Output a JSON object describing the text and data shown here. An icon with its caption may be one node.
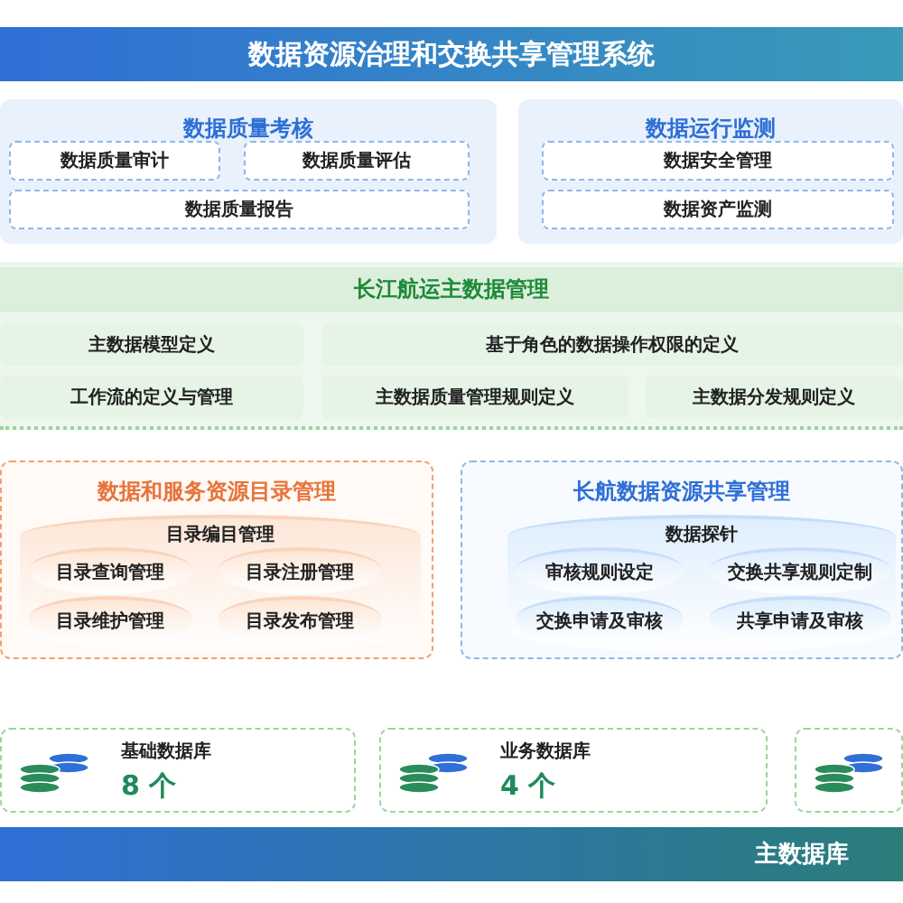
{
  "diagram": {
    "nodes": [
      {
        "text": [
          "数据质量考核"
        ]
      },
      {
        "text": [
          "数据质量审计"
        ],
        "in": 0
      },
      {
        "text": [
          "数据质量评估"
        ],
        "in": 0
      },
      {
        "text": [
          "数据质量报告"
        ],
        "in": 0
      },
      {
        "text": [
          "数据运行监测"
        ]
      },
      {
        "text": [
          "数据安全管理"
        ],
        "in": 4
      },
      {
        "text": [
          "数据资产监测"
        ],
        "in": 4
      },
      {
        "text": [
          "长江航运主数据管理"
        ]
      },
      {
        "text": [
          "主数据模型定义"
        ],
        "in": 7
      },
      {
        "text": [
          "基于角色的数据操作权限的定义"
        ],
        "in": 7
      },
      {
        "text": [
          "工作流的定义与管理"
        ],
        "in": 7
      },
      {
        "text": [
          "主数据质量管理规则定义"
        ],
        "in": 7
      },
      {
        "text": [
          "主数据分发规则定义"
        ],
        "in": 7
      },
      {
        "text": [
          "数据和服务资源目录管理"
        ]
      },
      {
        "text": [
          "目录编目管理"
        ],
        "in": 13
      },
      {
        "text": [
          "目录查询管理"
        ],
        "in": 14
      },
      {
        "text": [
          "目录注册管理"
        ],
        "in": 14
      },
      {
        "text": [
          "目录维护管理"
        ],
        "in": 14
      },
      {
        "text": [
          "目录发布管理"
        ],
        "in": 14
      },
      {
        "text": [
          "长航数据资源共享管理"
        ]
      },
      {
        "text": [
          "数据探针"
        ],
        "in": 19
      },
      {
        "text": [
          "审核规则设定"
        ],
        "in": 20
      },
      {
        "text": [
          "交换共享规则定制"
        ],
        "in": 20
      },
      {
        "text": [
          "交换申请及审核"
        ],
        "in": 20
      },
      {
        "text": [
          "共享申请及审核"
        ],
        "in": 20
      },
      {
        "text": [
          "基础数据库",
          "8 个"
        ]
      },
      {
        "text": [
          "业务数据库",
          "4 个"
        ]
      },
      {
        "text": [],
        "shape": "box"
      },
      {
        "text": [
          "主数据库"
        ]
      },
      {
        "text": [
          "数据资源治理和交换共享管理系统"
        ]
      }
    ]
  }
}
